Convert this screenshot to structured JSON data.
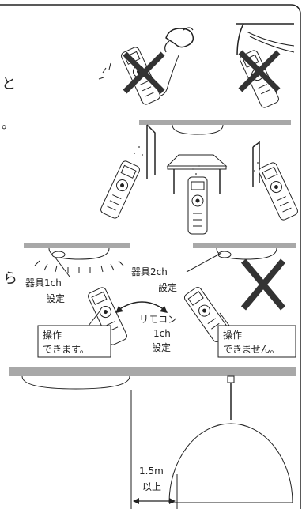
{
  "side_marks": {
    "label_tail_a": "と",
    "label_tail_b": "。",
    "label_tail_c": "ら"
  },
  "fixture_labels": {
    "fixture_1ch_line1": "器具1ch",
    "fixture_1ch_line2": "設定",
    "fixture_2ch_line1": "器具2ch",
    "fixture_2ch_line2": "設定",
    "remote_line1": "リモコン",
    "remote_line2": "1ch",
    "remote_line3": "設定"
  },
  "callouts": {
    "ok_line1": "操作",
    "ok_line2": "できます。",
    "ng_line1": "操作",
    "ng_line2": "できません。"
  },
  "distance": {
    "value": "1.5m",
    "qualifier": "以上"
  },
  "colors": {
    "ceiling": "#a8a8a8",
    "ink": "#222222",
    "cross": "#333333"
  },
  "icons": [
    "water-splash-icon",
    "cross-mark-icon",
    "remote-control-icon",
    "arrow-both-icon"
  ]
}
